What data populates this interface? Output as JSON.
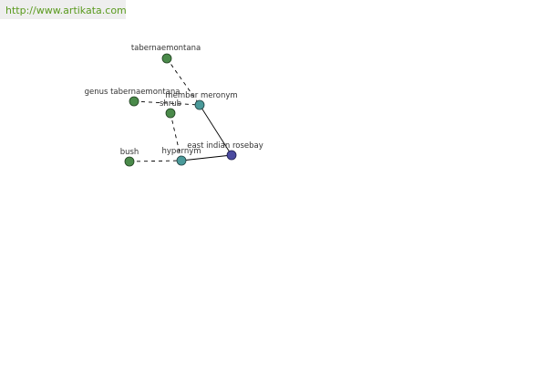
{
  "header": {
    "url": "http://www.artikata.com"
  },
  "colors": {
    "leaf_node": "#4a8a4a",
    "relation_node": "#4a9a9a",
    "center_node": "#4a4aa0",
    "edge": "#000000",
    "url_text": "#5a9a1e",
    "url_background": "#eeeeee"
  },
  "graph": {
    "nodes": [
      {
        "id": "tabernaemontana",
        "label": "tabernaemontana",
        "kind": "leaf"
      },
      {
        "id": "genus",
        "label": "genus tabernaemontana",
        "kind": "leaf"
      },
      {
        "id": "member-meronym",
        "label": "member meronym",
        "kind": "relation"
      },
      {
        "id": "shrub",
        "label": "shrub",
        "kind": "leaf"
      },
      {
        "id": "east-indian-rosebay",
        "label": "east indian rosebay",
        "kind": "center"
      },
      {
        "id": "bush",
        "label": "bush",
        "kind": "leaf"
      },
      {
        "id": "hypernym",
        "label": "hypernym",
        "kind": "relation"
      }
    ],
    "edges": [
      {
        "from": "tabernaemontana",
        "to": "member-meronym",
        "style": "dashed"
      },
      {
        "from": "genus",
        "to": "member-meronym",
        "style": "dashed"
      },
      {
        "from": "member-meronym",
        "to": "east-indian-rosebay",
        "style": "solid"
      },
      {
        "from": "shrub",
        "to": "hypernym",
        "style": "dashed"
      },
      {
        "from": "bush",
        "to": "hypernym",
        "style": "dashed"
      },
      {
        "from": "hypernym",
        "to": "east-indian-rosebay",
        "style": "solid"
      }
    ]
  }
}
